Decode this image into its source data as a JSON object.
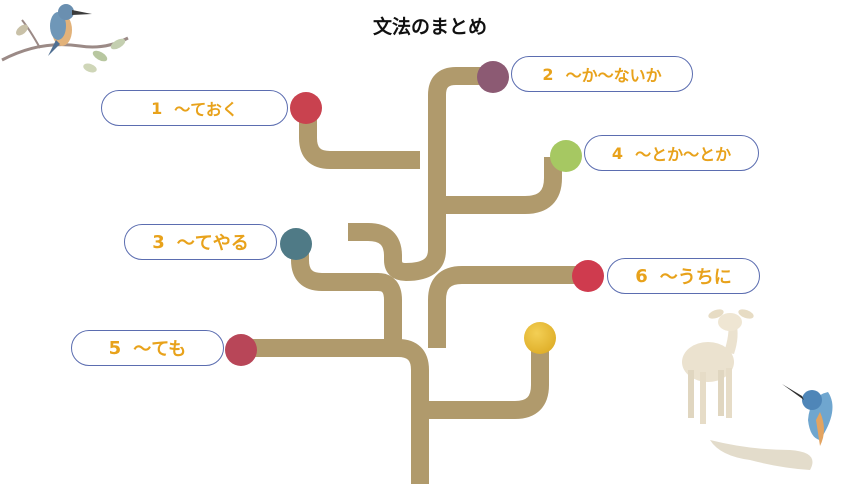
{
  "title": "文法のまとめ",
  "items": [
    {
      "num": "1",
      "text": "～ておく"
    },
    {
      "num": "2",
      "text": "～か～ないか"
    },
    {
      "num": "3",
      "text": "～てやる"
    },
    {
      "num": "4",
      "text": "～とか～とか"
    },
    {
      "num": "5",
      "text": "～ても"
    },
    {
      "num": "6",
      "text": "～うちに"
    }
  ],
  "colors": {
    "branch": "#b09a6c",
    "label_text": "#e8a21b",
    "label_border": "#5b6db0",
    "ball_1": "#c9424f",
    "ball_2": "#8c5a73",
    "ball_3": "#4f7a86",
    "ball_4": "#a6c862",
    "ball_5": "#b84658",
    "ball_6": "#cf3b4e",
    "ball_top": "#e8b830"
  },
  "decorations": [
    "kingfisher-bird-icon",
    "deer-icon"
  ]
}
